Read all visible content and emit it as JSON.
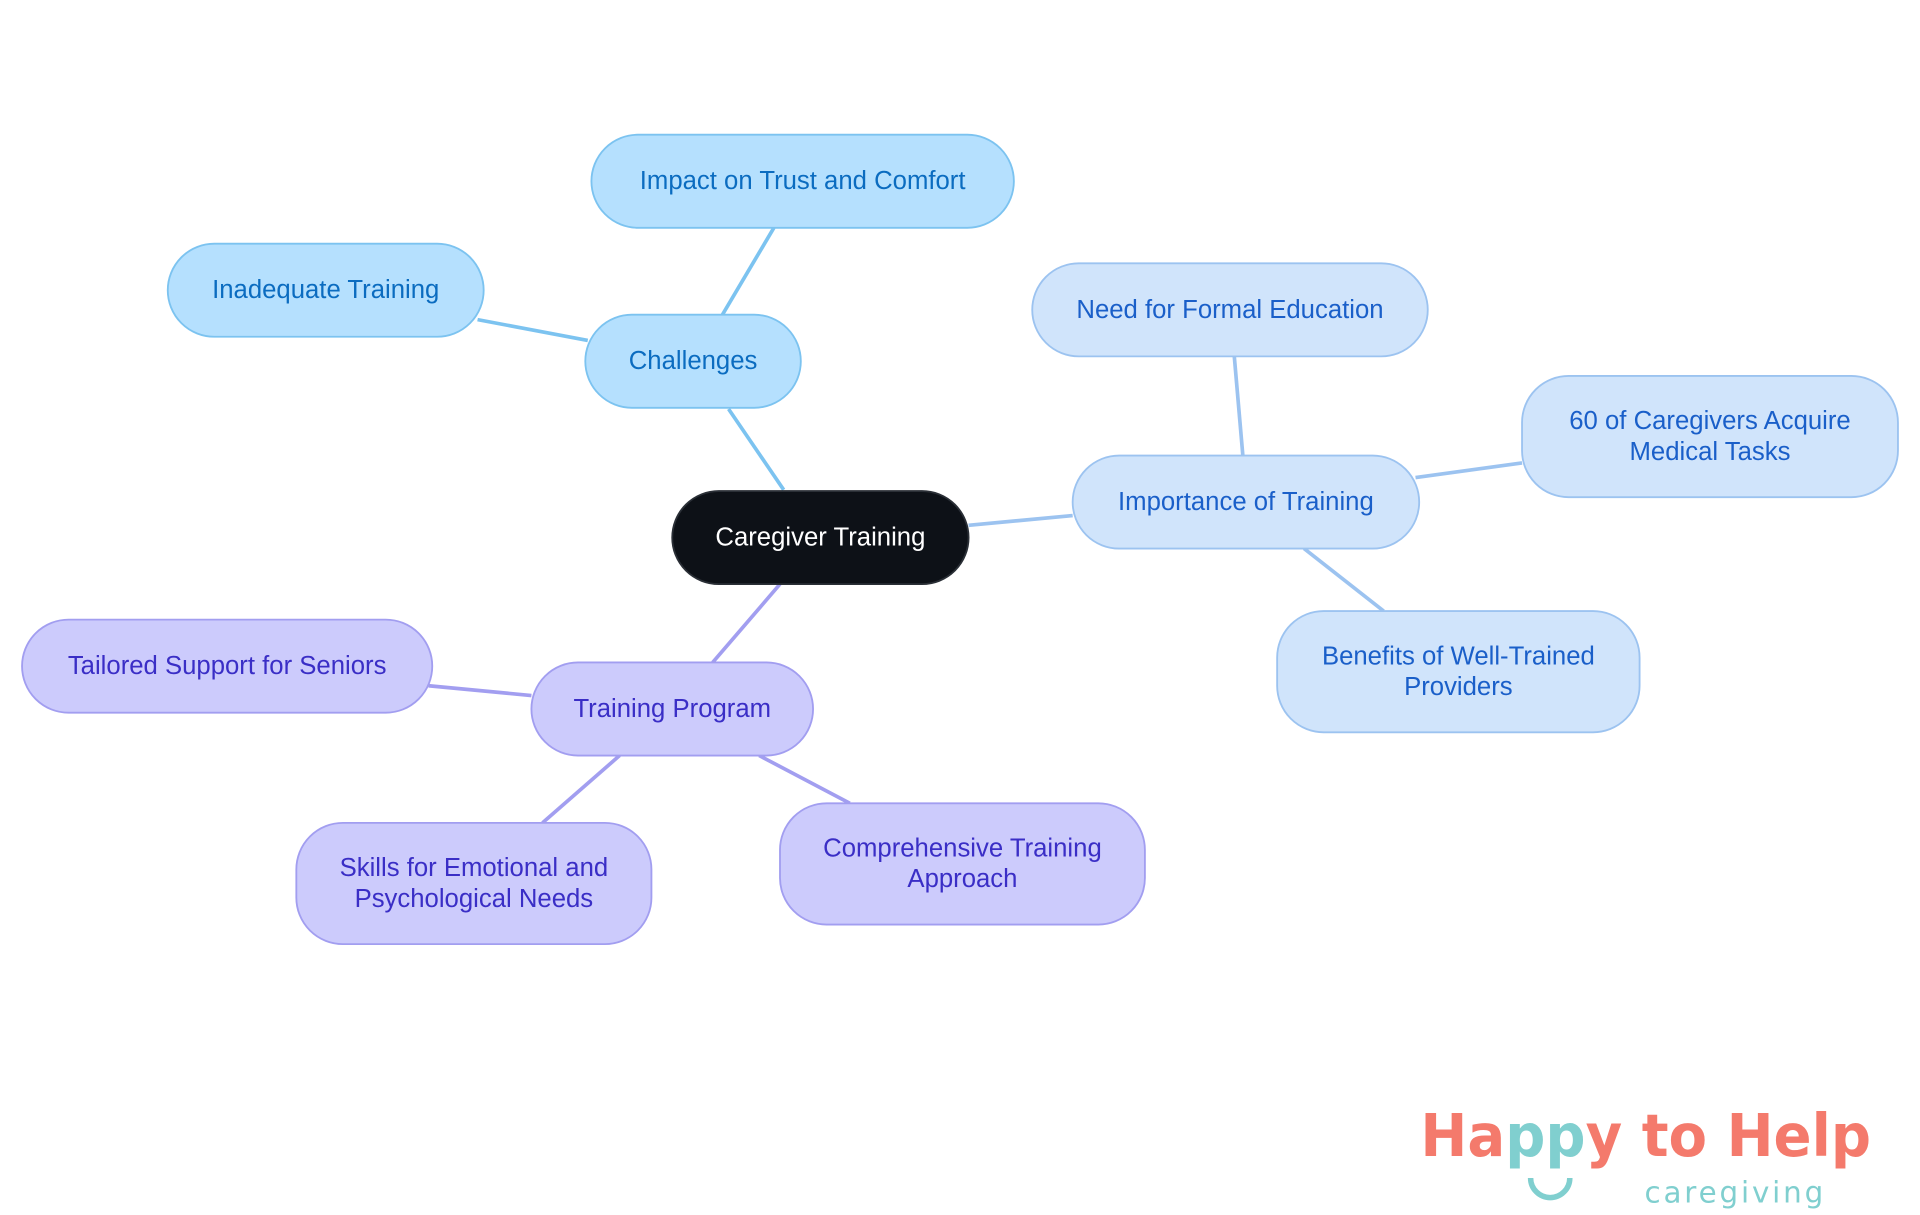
{
  "colors": {
    "root_fill": "#0d1117",
    "root_text": "#ffffff",
    "challenges_fill": "#b5e0fe",
    "challenges_stroke": "#7cc3f0",
    "challenges_text": "#0b6cc0",
    "challenges_edge": "#7cc3f0",
    "importance_fill": "#d0e4fb",
    "importance_stroke": "#9cc3f0",
    "importance_text": "#1a5fc9",
    "importance_edge": "#9cc3f0",
    "program_fill": "#cccbfc",
    "program_stroke": "#a29ef0",
    "program_text": "#3a2ec6",
    "program_edge": "#a29ef0",
    "logo_coral": "#f47a6c",
    "logo_teal": "#80cfcf"
  },
  "root": {
    "label": "Caregiver Training"
  },
  "branches": [
    {
      "label": "Challenges",
      "children": [
        {
          "lines": [
            "Impact on Trust and Comfort"
          ]
        },
        {
          "lines": [
            "Inadequate Training"
          ]
        }
      ]
    },
    {
      "label": "Importance of Training",
      "children": [
        {
          "lines": [
            "Need for Formal Education"
          ]
        },
        {
          "lines": [
            "60 of Caregivers Acquire",
            "Medical Tasks"
          ]
        },
        {
          "lines": [
            "Benefits of Well-Trained",
            "Providers"
          ]
        }
      ]
    },
    {
      "label": "Training Program",
      "children": [
        {
          "lines": [
            "Tailored Support for Seniors"
          ]
        },
        {
          "lines": [
            "Skills for Emotional and",
            "Psychological Needs"
          ]
        },
        {
          "lines": [
            "Comprehensive Training",
            "Approach"
          ]
        }
      ]
    }
  ],
  "logo": {
    "word1a": "Ha",
    "word1b": "pp",
    "word1c": "y to Help",
    "sub": "caregiving"
  }
}
